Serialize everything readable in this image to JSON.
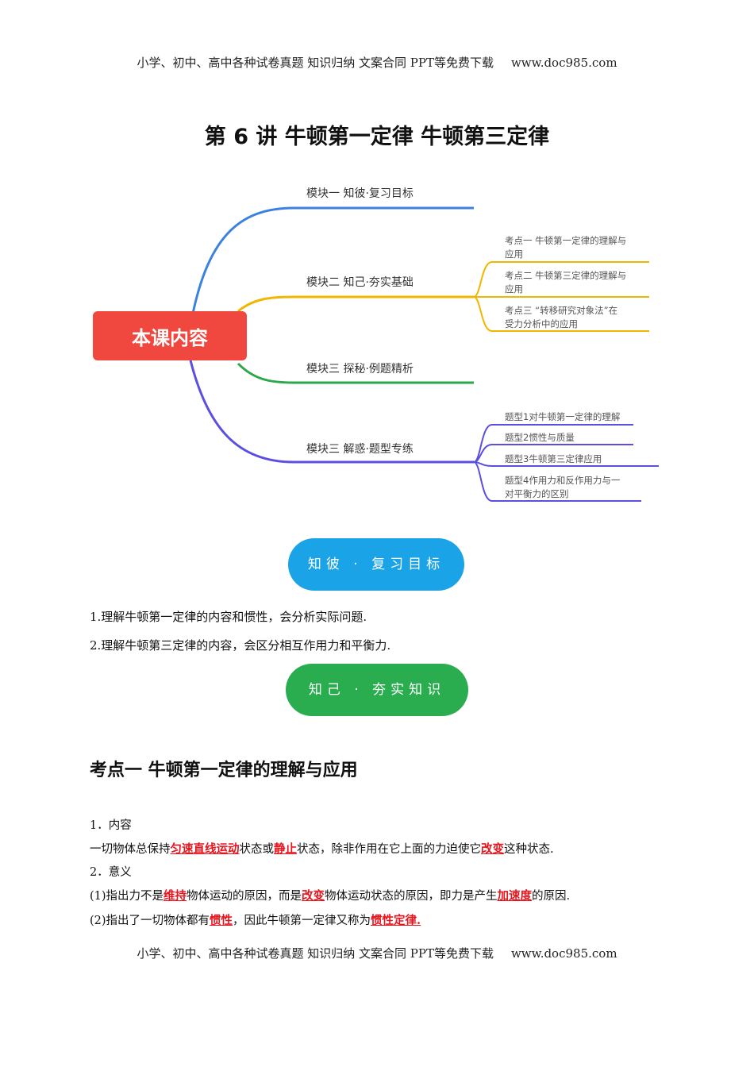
{
  "header": {
    "text": "小学、初中、高中各种试卷真题  知识归纳  文案合同  PPT等免费下载",
    "site": "www.doc985.com"
  },
  "footer": {
    "text": "小学、初中、高中各种试卷真题  知识归纳  文案合同  PPT等免费下载",
    "site": "www.doc985.com"
  },
  "title": "第 6 讲    牛顿第一定律  牛顿第三定律",
  "mindmap": {
    "root": "本课内容",
    "branches": [
      {
        "label": "模块一  知彼·复习目标",
        "color": "#3b82e0"
      },
      {
        "label": "模块二  知己·夯实基础",
        "color": "#f2b600",
        "children": [
          "考点一    牛顿第一定律的理解与应用",
          "考点二    牛顿第三定律的理解与应用",
          "考点三    “转移研究对象法”在受力分析中的应用"
        ]
      },
      {
        "label": "模块三  探秘·例题精析",
        "color": "#2aa84a"
      },
      {
        "label": "模块三  解惑·题型专练",
        "color": "#5a4fe0",
        "children": [
          "题型1对牛顿第一定律的理解",
          "题型2惯性与质量",
          "题型3牛顿第三定律应用",
          "题型4作用力和反作用力与一对平衡力的区别"
        ]
      }
    ],
    "root_color": "#f0483e"
  },
  "pill1": "知彼 · 复习目标",
  "pill2": "知己 · 夯实知识",
  "goals": [
    "1.理解牛顿第一定律的内容和惯性，会分析实际问题.",
    "2.理解牛顿第三定律的内容，会区分相互作用力和平衡力."
  ],
  "section_title": "考点一    牛顿第一定律的理解与应用",
  "content": {
    "h1": "1．内容",
    "p1": [
      "一切物体总保持",
      "匀速直线运动",
      "状态或",
      "静止",
      "状态，除非作用在它上面的力迫使它",
      "改变",
      "这种状态."
    ],
    "h2": "2．意义",
    "p2": [
      "(1)指出力不是",
      "维持",
      "物体运动的原因，而是",
      "改变",
      "物体运动状态的原因，即力是产生",
      "加速度",
      "的原因."
    ],
    "p3": [
      "(2)指出了一切物体都有",
      "惯性",
      "，因此牛顿第一定律又称为",
      "惯性定律."
    ]
  },
  "colors": {
    "highlight": "#e8141d"
  }
}
